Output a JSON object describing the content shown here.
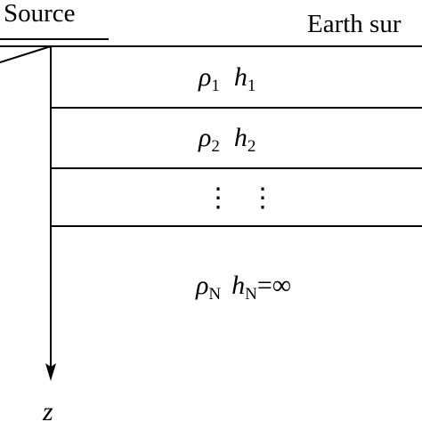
{
  "source_label": "Source",
  "surface_label": "Earth sur",
  "depth_axis_label": "z",
  "layers": [
    {
      "rho_symbol": "ρ",
      "rho_sub": "1",
      "h_symbol": "h",
      "h_sub": "1",
      "h_value": ""
    },
    {
      "rho_symbol": "ρ",
      "rho_sub": "2",
      "h_symbol": "h",
      "h_sub": "2",
      "h_value": ""
    },
    {
      "rho_symbol": "ρ",
      "rho_sub": "N",
      "h_symbol": "h",
      "h_sub": "N",
      "h_value": "=∞"
    }
  ],
  "ellipsis": "⋮"
}
